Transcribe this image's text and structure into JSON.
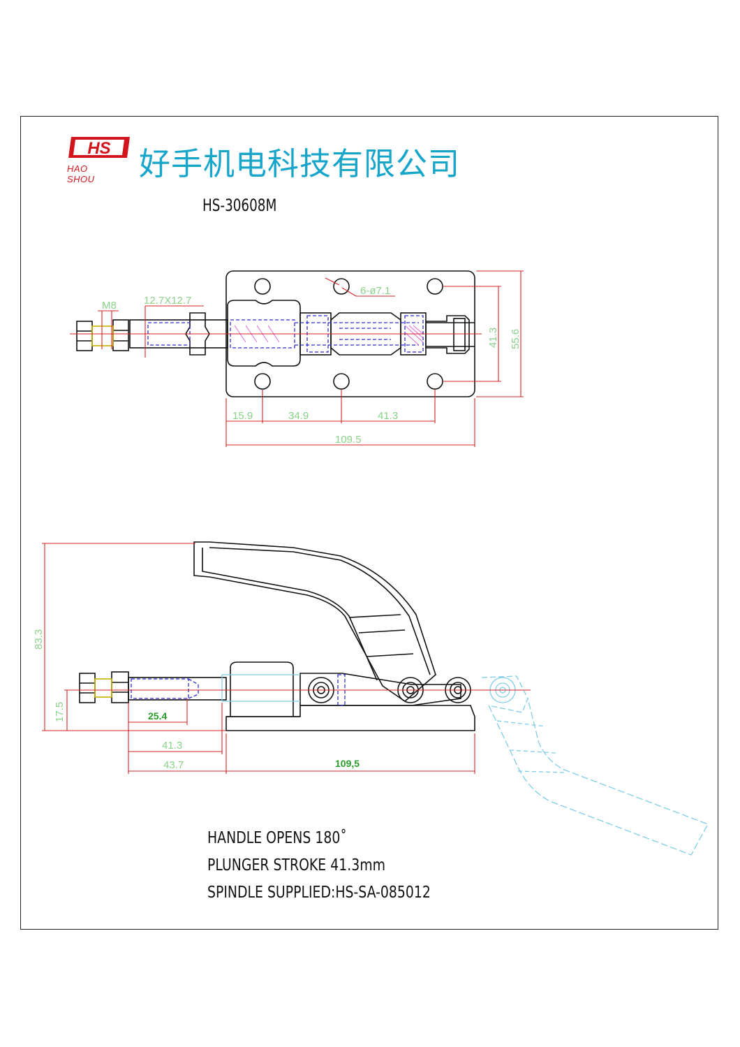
{
  "brand": {
    "logo_mark": "HS",
    "logo_sub": "HAO SHOU",
    "company_name": "好手机电科技有限公司"
  },
  "drawing": {
    "model": "HS-30608M",
    "top_view_dims": {
      "thread": "M8",
      "plunger": "12.7X12.7",
      "holes": "6-ø7.1",
      "d1": "15.9",
      "d2": "34.9",
      "d3": "41.3",
      "overall": "109.5",
      "h_inner": "41.3",
      "h_outer": "55.6"
    },
    "side_view_dims": {
      "height": "83.3",
      "base": "17.5",
      "thread_len": "25.4",
      "stroke": "41.3",
      "extend": "43.7",
      "length": "109,5"
    },
    "notes": [
      "HANDLE OPENS 180˚",
      "PLUNGER STROKE 41.3mm",
      "SPINDLE SUPPLIED:HS-SA-085012"
    ]
  },
  "colors": {
    "outline": "#111111",
    "dimension": "#d42424",
    "dim_text": "#8ad18a",
    "hidden": "#2b2bd6",
    "logo": "#d2141c",
    "company": "#17a5c9",
    "ghost": "#7fcde8"
  }
}
